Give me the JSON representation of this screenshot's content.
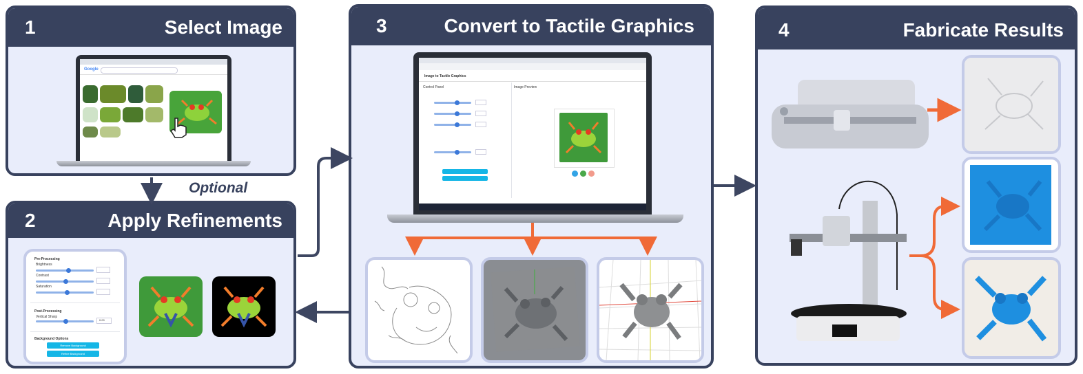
{
  "steps": [
    {
      "number": "1",
      "title": "Select Image"
    },
    {
      "number": "2",
      "title": "Apply Refinements"
    },
    {
      "number": "3",
      "title": "Convert to Tactile Graphics"
    },
    {
      "number": "4",
      "title": "Fabricate Results"
    }
  ],
  "optional_label": "Optional",
  "search_app": {
    "logo": "Google"
  },
  "refine_panel": {
    "pre_processing": "Pre-Processing",
    "brightness": "Brightness",
    "contrast": "Contrast",
    "saturation": "Saturation",
    "post_processing": "Post-Processing",
    "vertical_sharp": "Vertical Sharp",
    "vertical_value": "0.00",
    "background_options": "Background Options",
    "button1": "Remove Background",
    "button2": "Refine Background"
  },
  "converter_app": {
    "title": "Image to Tactile Graphics",
    "control_panel": "Control Panel",
    "image_preview": "Image Preview"
  },
  "colors": {
    "panel_header": "#38425e",
    "panel_bg": "#e9edfb",
    "card_border": "#c4cbe8",
    "arrow_orange": "#f06a37",
    "arrow_dark": "#3d4661",
    "print_blue": "#1e8fe0"
  }
}
